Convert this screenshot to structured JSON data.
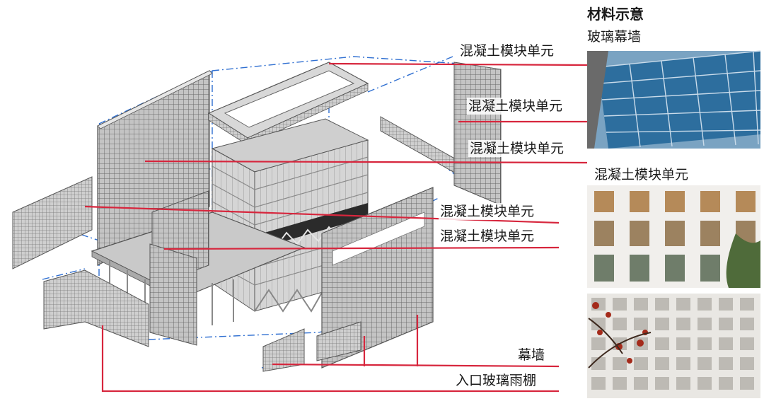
{
  "legend": {
    "title": "材料示意",
    "glass_label": "玻璃幕墙",
    "concrete_label": "混凝土模块单元"
  },
  "callouts": {
    "c1": "混凝土模块单元",
    "c2": "混凝土模块单元",
    "c3": "混凝土模块单元",
    "c4": "混凝土模块单元",
    "c5": "混凝土模块单元",
    "c6": "幕墙",
    "c7": "入口玻璃雨棚"
  },
  "colors": {
    "leader": "#d7263d",
    "axis": "#2f6fd1",
    "panel": "#bdbdbd",
    "panel_edge": "#555555",
    "glass": "#2d6e9e"
  }
}
